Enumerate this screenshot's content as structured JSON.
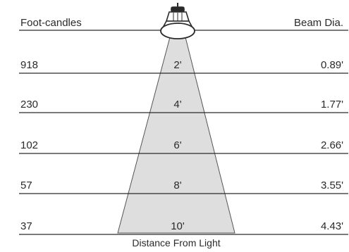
{
  "header": {
    "left_label": "Foot-candles",
    "right_label": "Beam Dia."
  },
  "rows": [
    {
      "footcandles": "918",
      "distance": "2'",
      "beam_diameter": "0.89'"
    },
    {
      "footcandles": "230",
      "distance": "4'",
      "beam_diameter": "1.77'"
    },
    {
      "footcandles": "102",
      "distance": "6'",
      "beam_diameter": "2.66'"
    },
    {
      "footcandles": "57",
      "distance": "8'",
      "beam_diameter": "3.55'"
    },
    {
      "footcandles": "37",
      "distance": "10'",
      "beam_diameter": "4.43'"
    }
  ],
  "footer": {
    "axis_label": "Distance From Light"
  },
  "colors": {
    "beam_fill": "#dedede",
    "line": "#2a2a2a",
    "text": "#2a2a2a"
  },
  "icons": {
    "lamp": "spotlight-bulb-icon"
  }
}
